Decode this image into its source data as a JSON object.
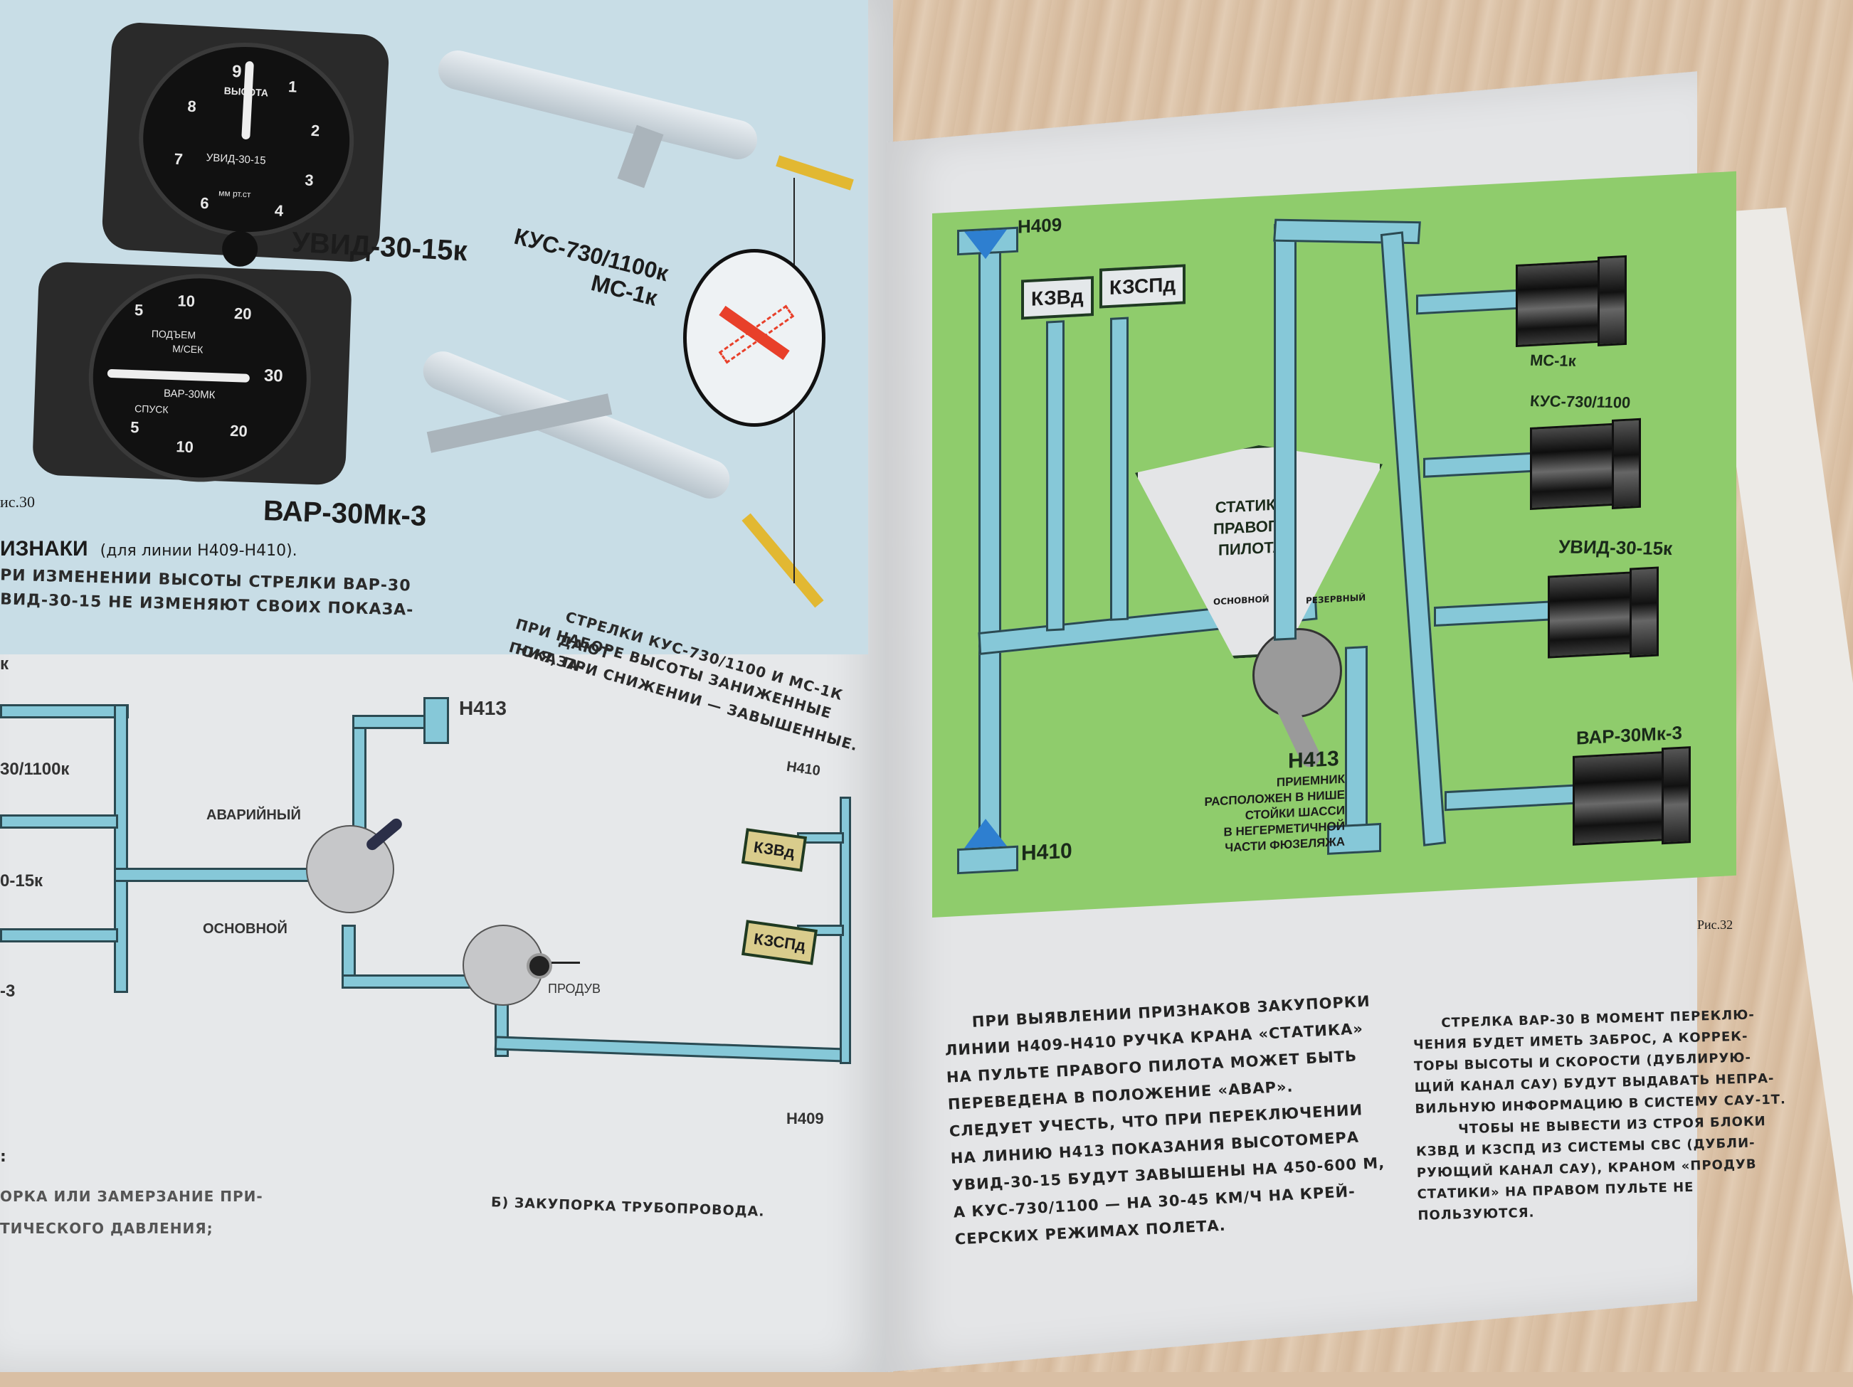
{
  "left_page": {
    "figure_number": "ис.30",
    "gauges": [
      {
        "name": "УВИД-30-15к",
        "dial_title": "ВЫСОТА",
        "dial_model": "УВИД-30-15",
        "dial_unit": "мм рт.ст",
        "dial_numbers": [
          "9",
          "1",
          "2",
          "3",
          "4",
          "6",
          "7",
          "8"
        ]
      },
      {
        "name": "ВАР-30Мк-3",
        "dial_top": "ПОДЪЕМ",
        "dial_unit": "М/СЕК",
        "dial_model": "ВАР-30МК",
        "dial_bottom": "СПУСК",
        "dial_numbers_up": [
          "5",
          "10",
          "20"
        ],
        "dial_mid": "30",
        "dial_numbers_down": [
          "5",
          "10",
          "20"
        ]
      }
    ],
    "speed_instruments_label": [
      "КУС-730/1100к",
      "МС-1к"
    ],
    "signs_heading": "ИЗНАКИ",
    "signs_heading_note": "(для линии Н409-Н410).",
    "signs_line_1": "ри изменении высоты стрелки ВАР-30",
    "signs_line_2": "ВИД-30-15 не изменяют своих показа-",
    "arrow_note_lines": [
      "Стрелки КУС-730/1100 и МС-1к дают",
      "при наборе высоты заниженные показа-",
      "ния, при снижении — завышенные."
    ],
    "schema": {
      "labels_left": [
        "к",
        "30/1100к",
        "0-15к",
        "-3"
      ],
      "valve_emergency": "АВАРИЙНЫЙ",
      "valve_main": "ОСНОВНОЙ",
      "purge": "ПРОДУВ",
      "h413": "Н413",
      "h410": "Н410",
      "h409": "Н409",
      "box_1": "КЗВд",
      "box_2": "КЗСПд"
    },
    "caption_a_1": "орка или замерзание при-",
    "caption_a_2": "тического давления;",
    "caption_a_prefix": ":",
    "caption_b": "б) закупорка трубопровода."
  },
  "right_page": {
    "figure_number": "Рис.32",
    "diagram": {
      "h409": "Н409",
      "h410": "Н410",
      "box_1": "КЗВд",
      "box_2": "КЗСПд",
      "panel_title": [
        "СТАТИКА",
        "ПРАВОГО",
        "ПИЛОТА"
      ],
      "pos_main": "основной",
      "pos_reserve": "резервный",
      "h413": "Н413",
      "h413_note": [
        "ПРИЕМНИК",
        "РАСПОЛОЖЕН В НИШЕ",
        "СТОЙКИ ШАССИ",
        "В НЕГЕРМЕТИЧНОЙ",
        "ЧАСТИ ФЮЗЕЛЯЖА"
      ],
      "instruments": [
        "МС-1к",
        "КУС-730/1100",
        "УВИД-30-15к",
        "ВАР-30Мк-3"
      ]
    },
    "paragraph_left": [
      "При выявлении признаков закупорки",
      "линии Н409-Н410 ручка крана «СТАТИКА»",
      "на пульте правого пилота может быть",
      "переведена в положение «АВАР».",
      "Следует учесть, что при переключении",
      "на линию Н413 показания высотомера",
      "УВИД-30-15 будут завышены на 450-600 м,",
      "а КУС-730/1100 — на 30-45 км/ч на крей-",
      "серских режимах полета."
    ],
    "paragraph_right": [
      "Стрелка ВАР-30 в момент переклю-",
      "чения будет иметь заброс, а коррек-",
      "торы высоты и скорости (дублирую-",
      "щий канал САУ) будут выдавать непра-",
      "вильную информацию в систему САУ-1Т.",
      "Чтобы не вывести из строя блоки",
      "КЗВд и КЗСПд из системы СВС (дубли-",
      "рующий канал САУ), краном «Продув",
      "статики» на правом пульте не",
      "пользуются."
    ]
  },
  "colors": {
    "sky_blue": "#c8dde6",
    "diagram_green": "#8fcc6c",
    "pipe_blue": "#86c8d8",
    "arrow_yellow": "#e2b832",
    "warning_red": "#e8402a",
    "box_khaki": "#d9cc8c"
  }
}
